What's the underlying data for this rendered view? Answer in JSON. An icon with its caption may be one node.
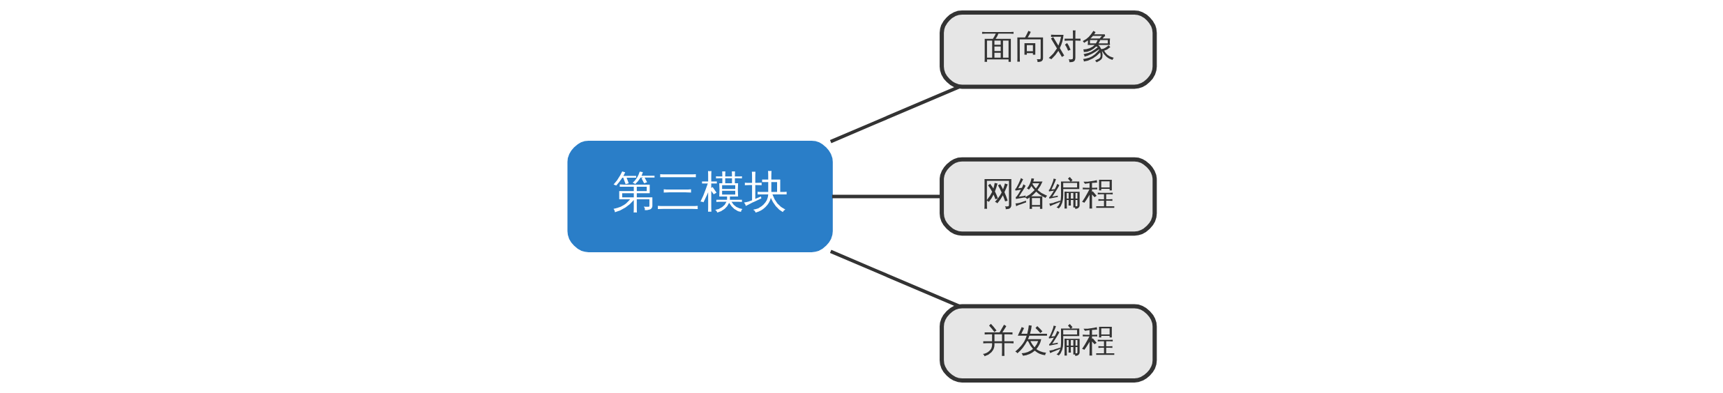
{
  "diagram": {
    "nodes": [
      {
        "text": [
          "第三模块"
        ]
      },
      {
        "text": [
          "面向对象"
        ]
      },
      {
        "text": [
          "网络编程"
        ]
      },
      {
        "text": [
          "并发编程"
        ]
      }
    ],
    "edges": [
      {
        "from": 0,
        "to": 1,
        "arrow": "none"
      },
      {
        "from": 0,
        "to": 2,
        "arrow": "none"
      },
      {
        "from": 0,
        "to": 3,
        "arrow": "none"
      }
    ]
  }
}
